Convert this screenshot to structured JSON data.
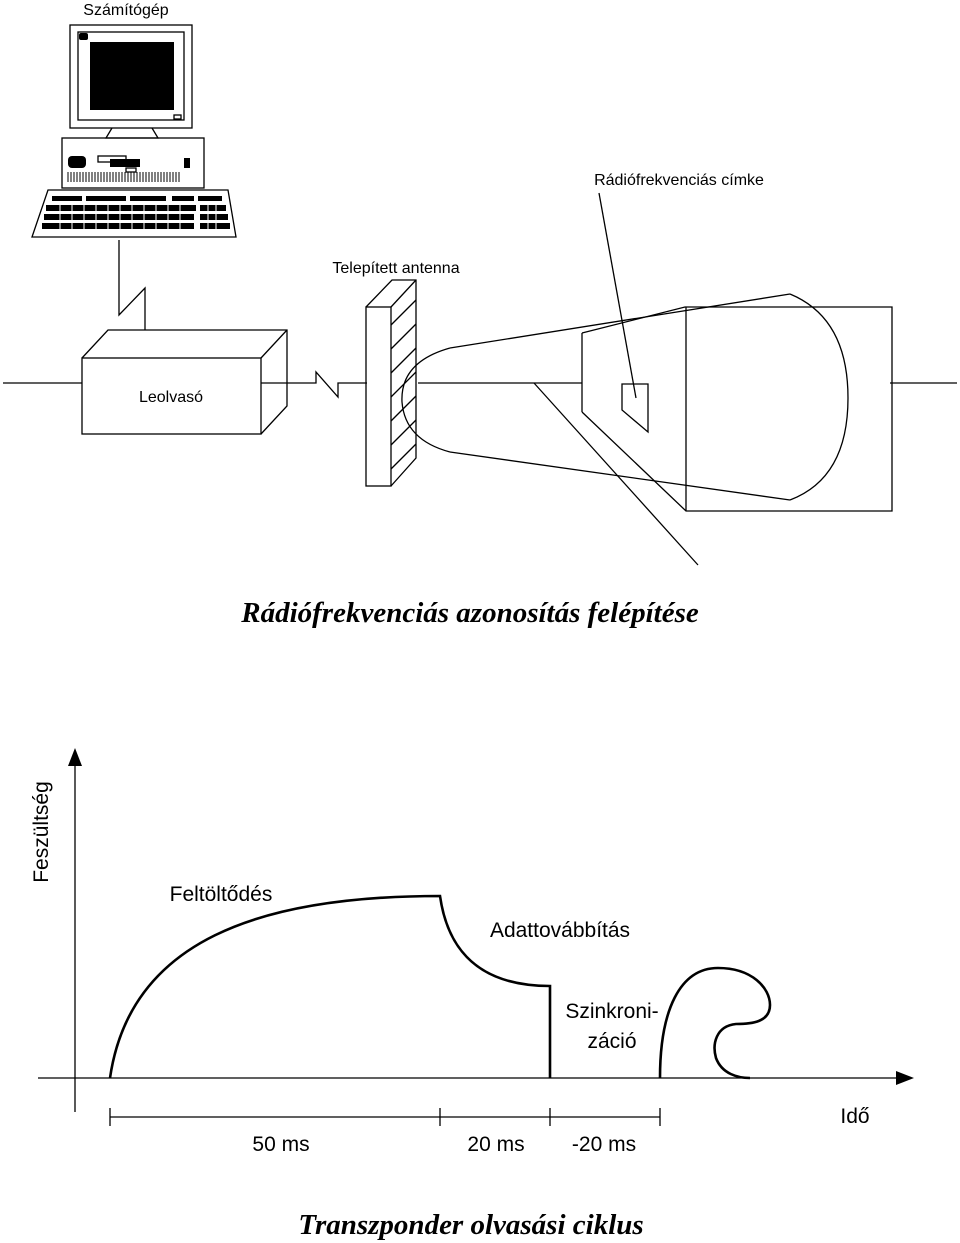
{
  "architecture": {
    "computer_label": "Számítógép",
    "tag_label": "Rádiófrekvenciás címke",
    "antenna_label": "Telepített antenna",
    "reader_label": "Leolvasó",
    "title": "Rádiófrekvenciás azonosítás felépítése"
  },
  "cycle": {
    "y_axis_label": "Feszültség",
    "x_axis_label": "Idő",
    "phase_charging": "Feltöltődés",
    "phase_data": "Adattovábbítás",
    "phase_sync_line1": "Szinkroni-",
    "phase_sync_line2": "záció",
    "duration_1": "50 ms",
    "duration_2": "20 ms",
    "duration_3": "-20 ms",
    "title": "Transzponder olvasási ciklus"
  }
}
